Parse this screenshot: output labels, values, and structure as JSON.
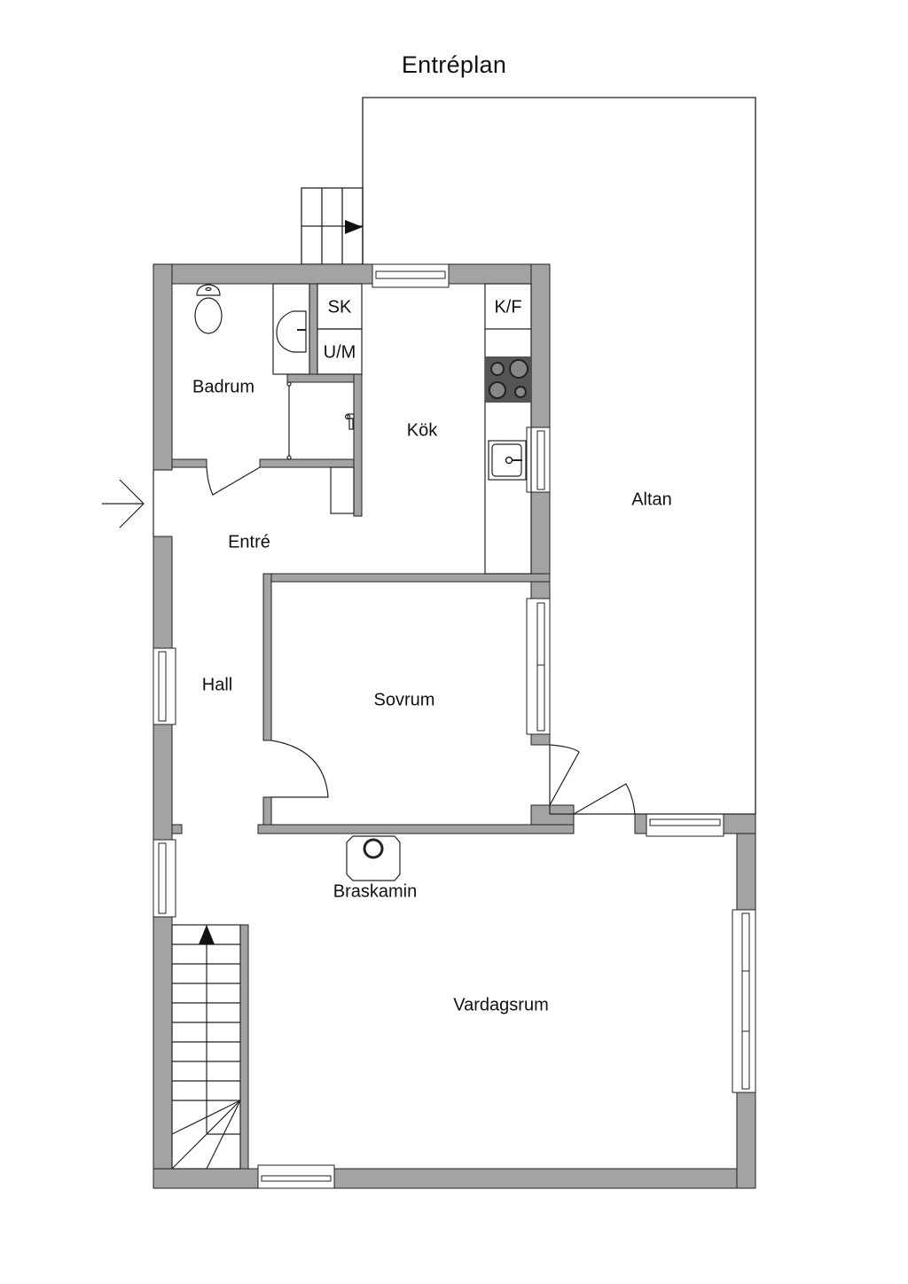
{
  "title": "Entréplan",
  "rooms": {
    "badrum": "Badrum",
    "kok": "Kök",
    "entre": "Entré",
    "hall": "Hall",
    "sovrum": "Sovrum",
    "braskamin": "Braskamin",
    "vardagsrum": "Vardagsrum",
    "altan": "Altan"
  },
  "fixtures": {
    "sk": "SK",
    "um": "U/M",
    "kf": "K/F"
  },
  "colors": {
    "wall": "#a3a3a3",
    "line": "#222222",
    "stove": "#555555",
    "burner": "#8a8a8a"
  }
}
